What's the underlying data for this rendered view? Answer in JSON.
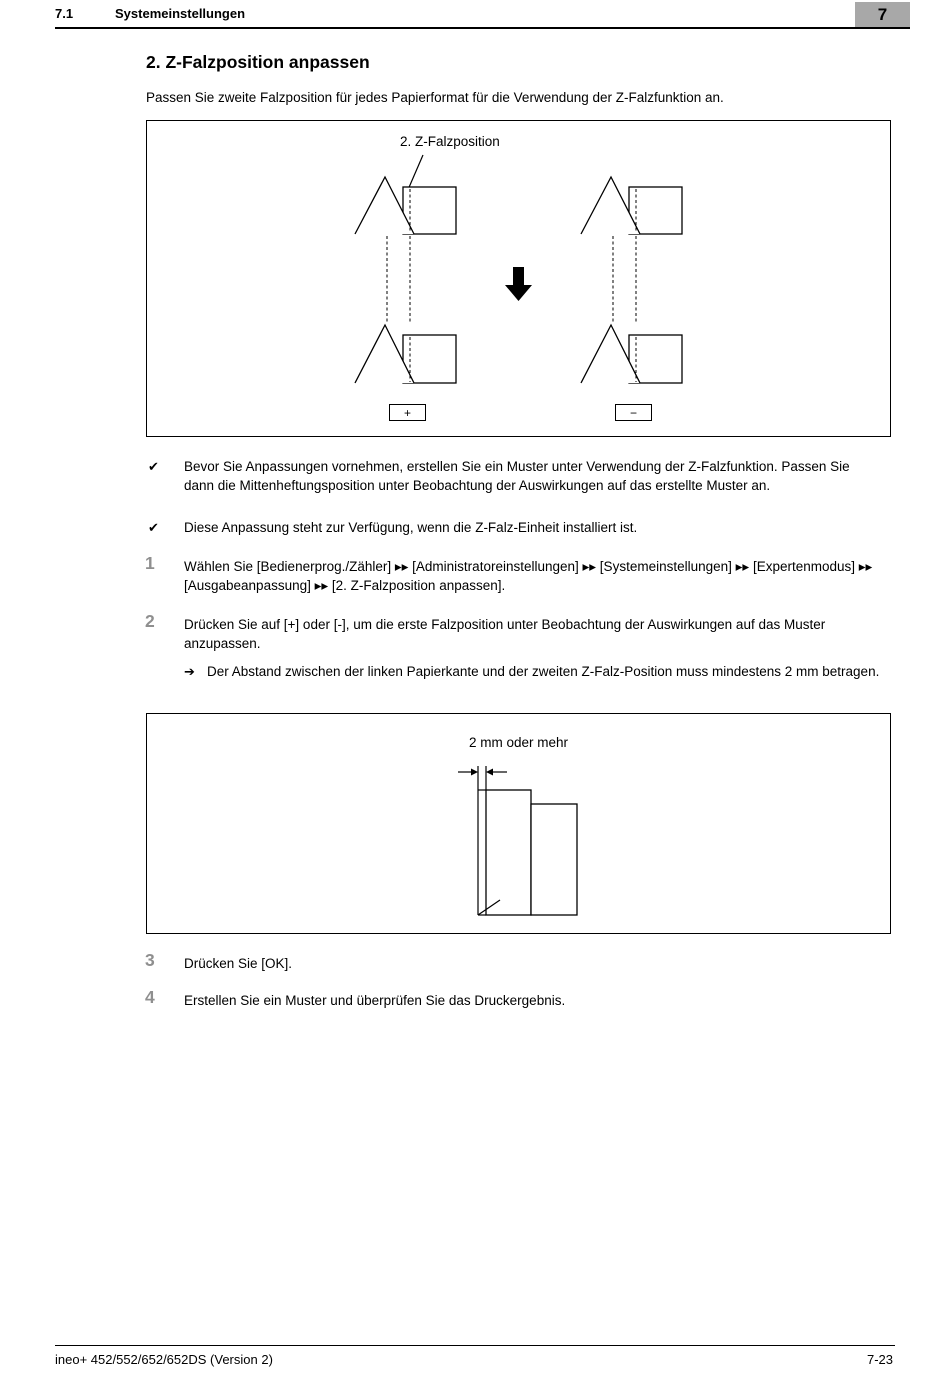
{
  "header": {
    "section": "7.1",
    "title": "Systemeinstellungen",
    "chapter": "7"
  },
  "content": {
    "heading": "2. Z-Falzposition anpassen",
    "intro": "Passen Sie zweite Falzposition für jedes Papierformat für die Verwendung der Z-Falzfunktion an.",
    "figure1": {
      "label": "2. Z-Falzposition",
      "plus_label": "+",
      "minus_label": "−"
    },
    "checks": [
      {
        "glyph": "✔",
        "text": "Bevor Sie Anpassungen vornehmen, erstellen Sie ein Muster unter Verwendung der Z-Falzfunktion. Passen Sie dann die Mittenheftungsposition unter Beobachtung der Auswirkungen auf das erstellte Muster an."
      },
      {
        "glyph": "✔",
        "text": "Diese Anpassung steht zur Verfügung, wenn die Z-Falz-Einheit installiert ist."
      }
    ],
    "steps": [
      {
        "num": "1",
        "text": "Wählen Sie [Bedienerprog./Zähler] ▸▸ [Administratoreinstellungen] ▸▸ [Systemeinstellungen] ▸▸ [Expertenmodus] ▸▸ [Ausgabeanpassung] ▸▸ [2. Z-Falzposition anpassen]."
      },
      {
        "num": "2",
        "text": "Drücken Sie auf [+] oder [-], um die erste Falzposition unter Beobachtung der Auswirkungen auf das Muster anzupassen.",
        "note_glyph": "➔",
        "note": "Der Abstand zwischen der linken Papierkante und der zweiten Z-Falz-Position muss mindestens 2 mm betragen."
      },
      {
        "num": "3",
        "text": "Drücken Sie [OK]."
      },
      {
        "num": "4",
        "text": "Erstellen Sie ein Muster und überprüfen Sie das Druckergebnis."
      }
    ],
    "figure2": {
      "label": "2 mm oder mehr"
    }
  },
  "footer": {
    "left": "ineo+ 452/552/652/652DS (Version 2)",
    "right": "7-23"
  }
}
